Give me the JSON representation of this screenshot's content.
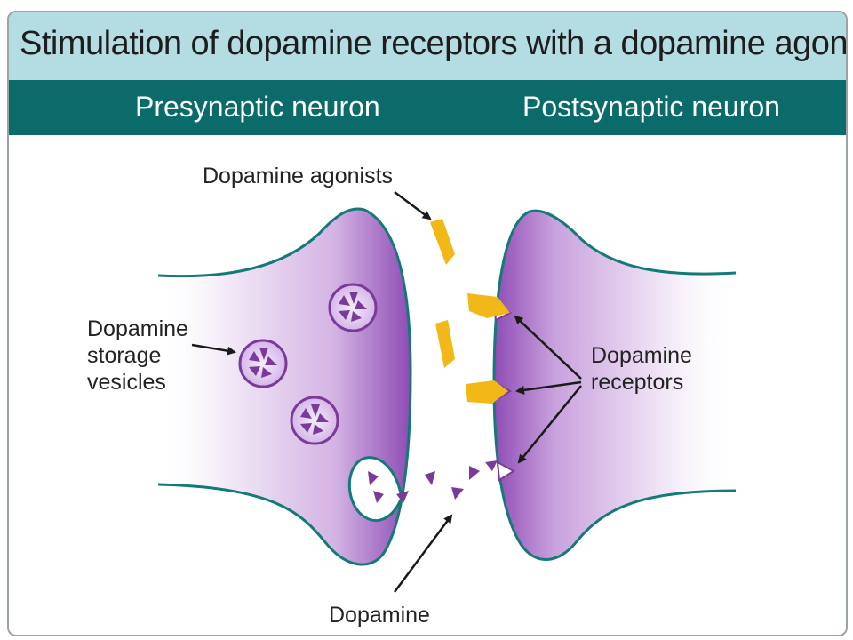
{
  "title": "Stimulation of dopamine receptors with a dopamine agonist",
  "headers": {
    "presynaptic": "Presynaptic neuron",
    "postsynaptic": "Postsynaptic neuron"
  },
  "labels": {
    "agonists": "Dopamine agonists",
    "vesicles": [
      "Dopamine",
      "storage",
      "vesicles"
    ],
    "receptors": [
      "Dopamine",
      "receptors"
    ],
    "dopamine": "Dopamine"
  },
  "colors": {
    "title_bg": "#b4dce3",
    "header_bg": "#0b6b6b",
    "neuron_fill_dark": "#9b5bbf",
    "neuron_fill_light": "#f6eefa",
    "neuron_outline": "#147a78",
    "dopamine": "#7a3a9a",
    "agonist": "#f2b818"
  }
}
